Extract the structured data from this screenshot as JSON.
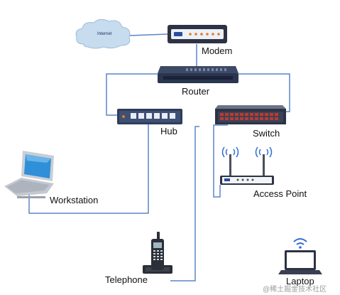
{
  "nodes": {
    "internet": "Internet",
    "modem": "Modem",
    "router": "Router",
    "hub": "Hub",
    "switch": "Switch",
    "workstation": "Workstation",
    "access_point": "Access Point",
    "telephone": "Telephone",
    "laptop": "Laptop"
  },
  "watermark": "@稀土掘金技术社区",
  "colors": {
    "link_line": "#5b86c5",
    "cloud": "#c7dcee",
    "device_dark": "#2d3345",
    "switch_red": "#c0392b"
  }
}
